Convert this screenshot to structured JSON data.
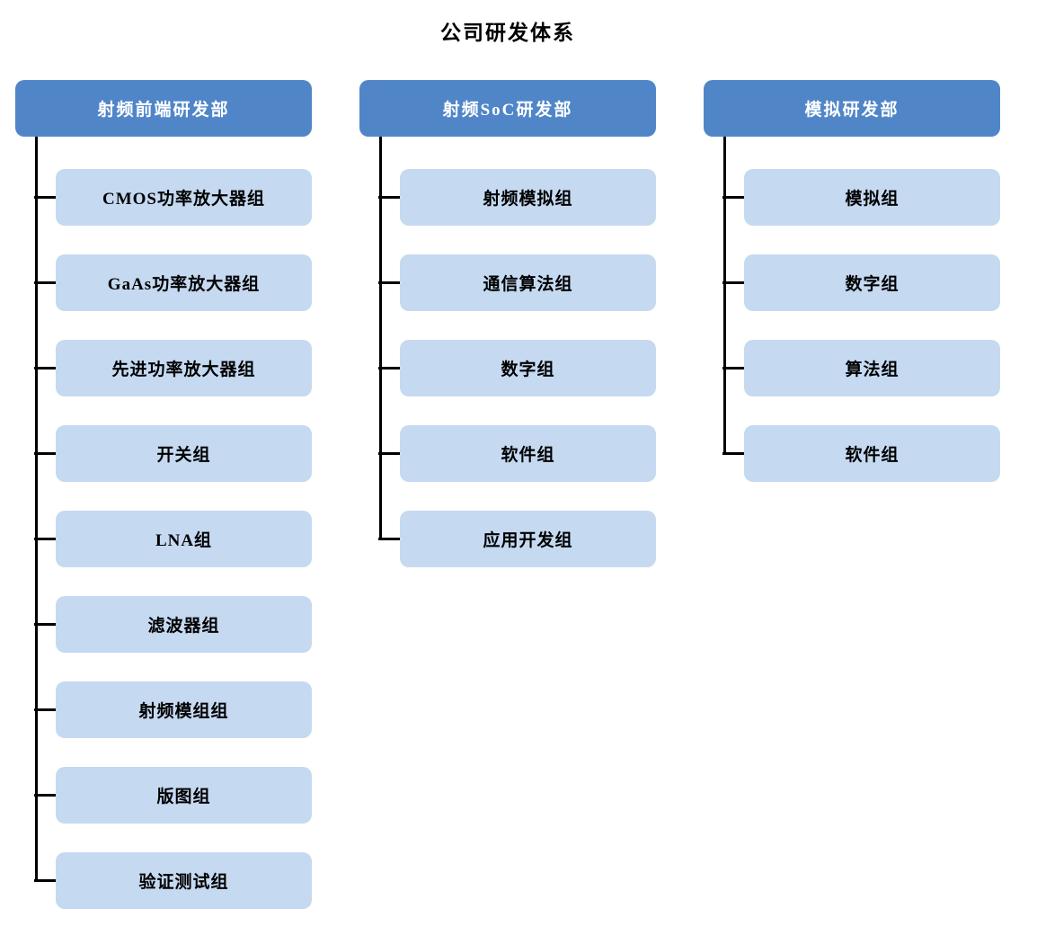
{
  "title": "公司研发体系",
  "colors": {
    "header-bg": "#5086c8",
    "header-text": "#ffffff",
    "child-bg": "#c5d9f1",
    "node-text": "#000000",
    "line": "#000000"
  },
  "departments": [
    {
      "name": "射频前端研发部",
      "groups": [
        "CMOS功率放大器组",
        "GaAs功率放大器组",
        "先进功率放大器组",
        "开关组",
        "LNA组",
        "滤波器组",
        "射频模组组",
        "版图组",
        "验证测试组"
      ]
    },
    {
      "name": "射频SoC研发部",
      "groups": [
        "射频模拟组",
        "通信算法组",
        "数字组",
        "软件组",
        "应用开发组"
      ]
    },
    {
      "name": "模拟研发部",
      "groups": [
        "模拟组",
        "数字组",
        "算法组",
        "软件组"
      ]
    }
  ]
}
